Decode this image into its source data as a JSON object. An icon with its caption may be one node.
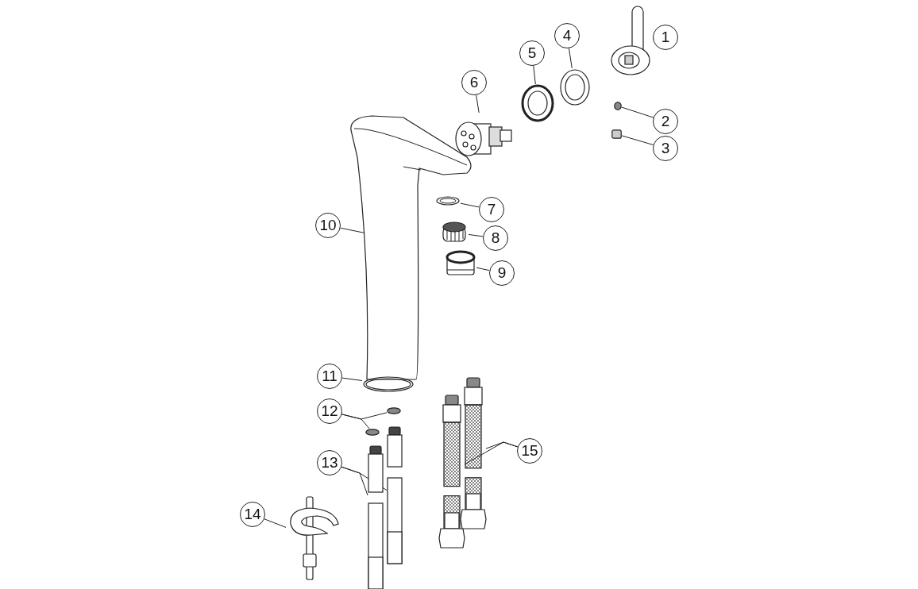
{
  "diagram": {
    "nodes": [
      {
        "text": [
          "1"
        ]
      },
      {
        "text": [
          "2"
        ]
      },
      {
        "text": [
          "3"
        ]
      },
      {
        "text": [
          "4"
        ]
      },
      {
        "text": [
          "5"
        ]
      },
      {
        "text": [
          "6"
        ]
      },
      {
        "text": [
          "7"
        ]
      },
      {
        "text": [
          "8"
        ]
      },
      {
        "text": [
          "9"
        ]
      },
      {
        "text": [
          "10"
        ]
      },
      {
        "text": [
          "11"
        ]
      },
      {
        "text": [
          "12"
        ]
      },
      {
        "text": [
          "13"
        ]
      },
      {
        "text": [
          "14"
        ]
      },
      {
        "text": [
          "15"
        ]
      },
      {
        "text": [],
        "shape": "picture"
      },
      {
        "text": [],
        "shape": "circle"
      },
      {
        "text": [],
        "shape": "box"
      },
      {
        "text": [],
        "shape": "picture"
      },
      {
        "text": [],
        "shape": "picture"
      },
      {
        "text": [],
        "shape": "picture"
      },
      {
        "text": [],
        "shape": "picture"
      },
      {
        "text": [],
        "shape": "picture"
      },
      {
        "text": [],
        "shape": "picture"
      },
      {
        "text": [],
        "shape": "picture"
      },
      {
        "text": [],
        "shape": "picture"
      },
      {
        "text": [],
        "shape": "circle"
      },
      {
        "text": [],
        "shape": "circle"
      },
      {
        "text": [],
        "shape": "picture"
      },
      {
        "text": [],
        "shape": "picture"
      },
      {
        "text": [],
        "shape": "picture"
      },
      {
        "text": [],
        "shape": "picture"
      },
      {
        "text": [],
        "shape": "picture"
      }
    ],
    "edges": [
      {
        "from": 0,
        "to": 15,
        "arrow": "none"
      },
      {
        "from": 1,
        "to": 16,
        "arrow": "none"
      },
      {
        "from": 2,
        "to": 17,
        "arrow": "none"
      },
      {
        "from": 3,
        "to": 18,
        "arrow": "none"
      },
      {
        "from": 4,
        "to": 19,
        "arrow": "none"
      },
      {
        "from": 5,
        "to": 20,
        "arrow": "none"
      },
      {
        "from": 6,
        "to": 21,
        "arrow": "none"
      },
      {
        "from": 7,
        "to": 22,
        "arrow": "none"
      },
      {
        "from": 8,
        "to": 23,
        "arrow": "none"
      },
      {
        "from": 9,
        "to": 24,
        "arrow": "none"
      },
      {
        "from": 10,
        "to": 25,
        "arrow": "none"
      },
      {
        "from": 11,
        "to": 26,
        "arrow": "none"
      },
      {
        "from": 11,
        "to": 27,
        "arrow": "none"
      },
      {
        "from": 12,
        "to": 28,
        "arrow": "none"
      },
      {
        "from": 12,
        "to": 29,
        "arrow": "none"
      },
      {
        "from": 13,
        "to": 30,
        "arrow": "none"
      },
      {
        "from": 14,
        "to": 31,
        "arrow": "none"
      },
      {
        "from": 14,
        "to": 32,
        "arrow": "none"
      }
    ]
  }
}
